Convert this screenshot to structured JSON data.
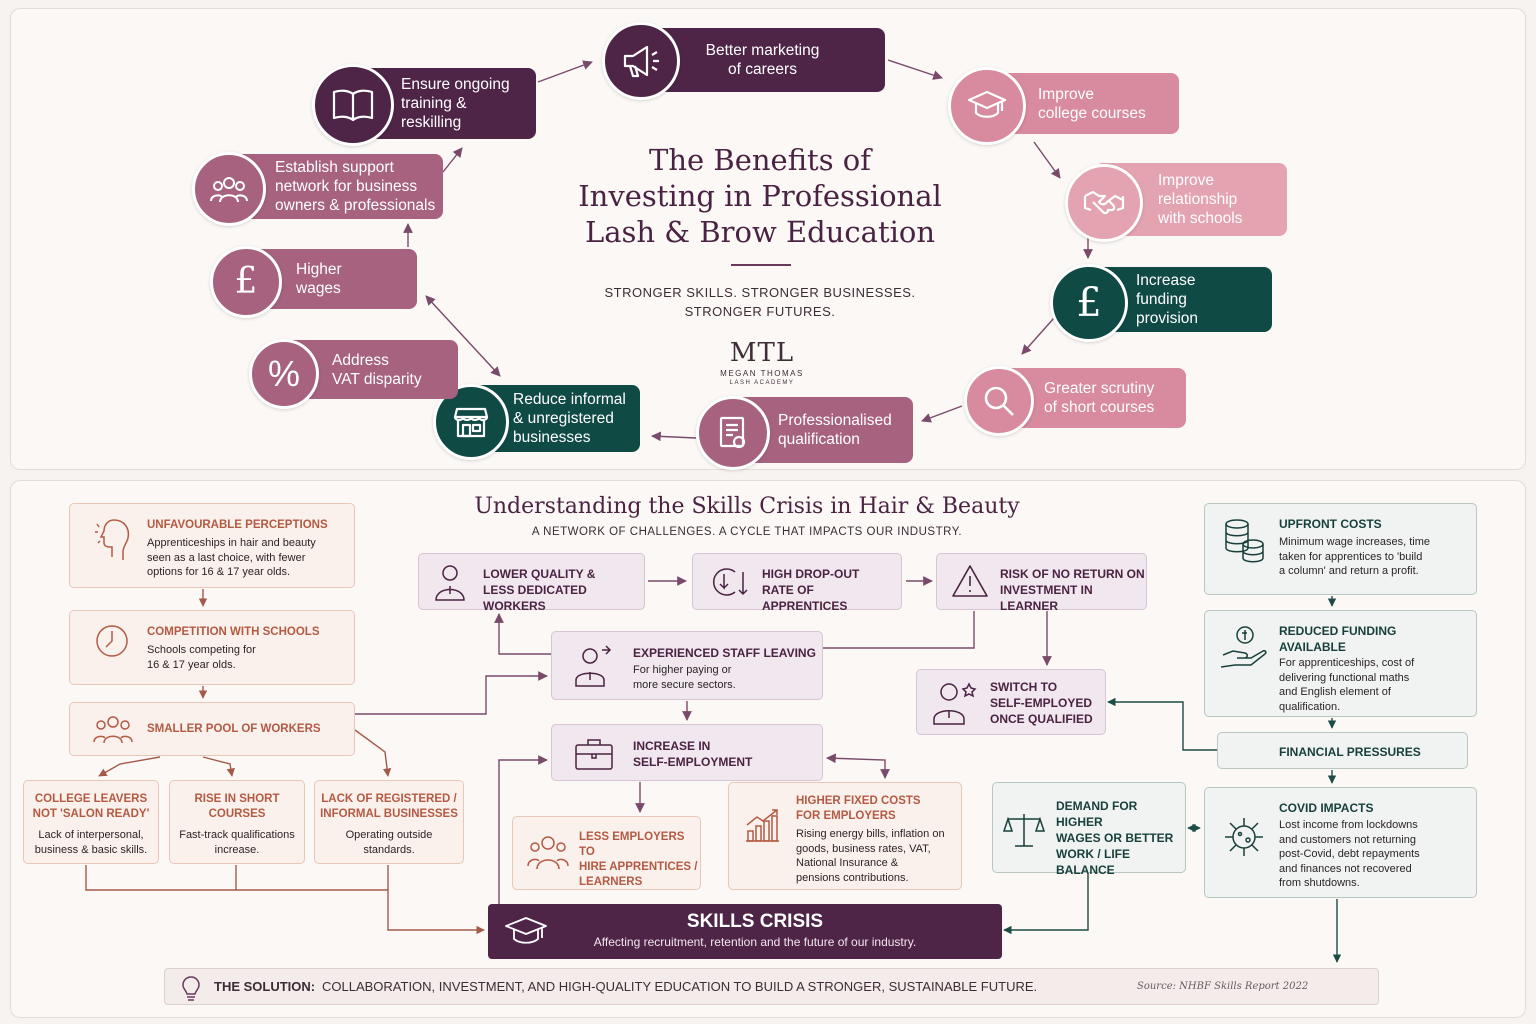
{
  "cycle": {
    "title_lines": [
      "The Benefits of",
      "Investing in Professional",
      "Lash & Brow Education"
    ],
    "tagline_lines": [
      "STRONGER SKILLS. STRONGER BUSINESSES.",
      "STRONGER FUTURES."
    ],
    "logo": {
      "mark": "MTL",
      "name": "MEGAN THOMAS",
      "sub": "LASH ACADEMY"
    },
    "nodes": [
      {
        "id": "marketing",
        "lines": [
          "Better marketing",
          "of careers"
        ],
        "icon": "megaphone-icon"
      },
      {
        "id": "college",
        "lines": [
          "Improve",
          "college courses"
        ],
        "icon": "graduation-cap-icon"
      },
      {
        "id": "schools",
        "lines": [
          "Improve",
          "relationship",
          "with schools"
        ],
        "icon": "handshake-icon"
      },
      {
        "id": "funding",
        "lines": [
          "Increase",
          "funding",
          "provision"
        ],
        "icon": "pound-icon"
      },
      {
        "id": "scrutiny",
        "lines": [
          "Greater scrutiny",
          "of short courses"
        ],
        "icon": "magnifier-icon"
      },
      {
        "id": "qualification",
        "lines": [
          "Professionalised",
          "qualification"
        ],
        "icon": "certificate-icon"
      },
      {
        "id": "informal",
        "lines": [
          "Reduce informal",
          "& unregistered",
          "businesses"
        ],
        "icon": "storefront-icon"
      },
      {
        "id": "vat",
        "lines": [
          "Address",
          "VAT disparity"
        ],
        "icon": "percent-icon"
      },
      {
        "id": "wages",
        "lines": [
          "Higher",
          "wages"
        ],
        "icon": "pound-icon"
      },
      {
        "id": "support",
        "lines": [
          "Establish support",
          "network for business",
          "owners & professionals"
        ],
        "icon": "people-group-icon"
      },
      {
        "id": "training",
        "lines": [
          "Ensure ongoing",
          "training &",
          "reskilling"
        ],
        "icon": "open-book-icon"
      }
    ]
  },
  "crisis": {
    "title": "Understanding the Skills Crisis in Hair & Beauty",
    "subtitle": "A NETWORK OF CHALLENGES. A CYCLE THAT IMPACTS OUR INDUSTRY.",
    "left": {
      "perceptions": {
        "head": "UNFAVOURABLE PERCEPTIONS",
        "body": [
          "Apprenticeships in hair and beauty",
          "seen as a last choice, with fewer",
          "options for 16 & 17 year olds."
        ]
      },
      "competition": {
        "head": "COMPETITION WITH SCHOOLS",
        "body": [
          "Schools competing for",
          "16 & 17 year olds."
        ]
      },
      "pool": {
        "head": "SMALLER POOL OF WORKERS"
      },
      "leavers": {
        "head": [
          "COLLEGE LEAVERS",
          "NOT 'SALON READY'"
        ],
        "body": [
          "Lack of interpersonal,",
          "business & basic skills."
        ]
      },
      "short": {
        "head": [
          "RISE IN SHORT",
          "COURSES"
        ],
        "body": [
          "Fast-track qualifications",
          "increase."
        ]
      },
      "unregistered": {
        "head": [
          "LACK OF REGISTERED /",
          "INFORMAL BUSINESSES"
        ],
        "body": [
          "Operating outside",
          "standards."
        ]
      }
    },
    "middle": {
      "lower_quality": [
        "LOWER QUALITY &",
        "LESS DEDICATED WORKERS"
      ],
      "dropout": [
        "HIGH DROP-OUT",
        "RATE OF APPRENTICES"
      ],
      "risk": [
        "RISK OF NO RETURN ON",
        "INVESTMENT IN LEARNER"
      ],
      "staff_leaving": {
        "head": "EXPERIENCED STAFF LEAVING",
        "body": [
          "For higher paying or",
          "more secure sectors."
        ]
      },
      "switch": [
        "SWITCH TO",
        "SELF-EMPLOYED",
        "ONCE QUALIFIED"
      ],
      "self_employment": [
        "INCREASE IN",
        "SELF-EMPLOYMENT"
      ],
      "less_employers": [
        "LESS EMPLOYERS TO",
        "HIRE APPRENTICES /",
        "LEARNERS"
      ],
      "fixed_costs": {
        "head": [
          "HIGHER FIXED COSTS",
          "FOR EMPLOYERS"
        ],
        "body": [
          "Rising energy bills, inflation on",
          "goods, business rates, VAT,",
          "National Insurance &",
          "pensions contributions."
        ]
      },
      "demand": [
        "DEMAND FOR HIGHER",
        "WAGES OR BETTER",
        "WORK / LIFE BALANCE"
      ]
    },
    "right": {
      "upfront": {
        "head": "UPFRONT COSTS",
        "body": [
          "Minimum wage increases, time",
          "taken for apprentices to 'build",
          "a column' and return a profit."
        ]
      },
      "reduced": {
        "head": [
          "REDUCED FUNDING",
          "AVAILABLE"
        ],
        "body": [
          "For apprenticeships, cost of",
          "delivering functional maths",
          "and English element of",
          "qualification."
        ]
      },
      "financial": "FINANCIAL PRESSURES",
      "covid": {
        "head": "COVID IMPACTS",
        "body": [
          "Lost income from lockdowns",
          "and customers not returning",
          "post-Covid, debt repayments",
          "and finances not recovered",
          "from shutdowns."
        ]
      }
    },
    "skills_crisis": {
      "head": "SKILLS CRISIS",
      "body": "Affecting recruitment, retention and the future of our industry."
    },
    "solution": {
      "label": "THE SOLUTION:",
      "text": "COLLABORATION, INVESTMENT, AND HIGH-QUALITY EDUCATION TO BUILD A STRONGER, SUSTAINABLE FUTURE.",
      "source": "Source: NHBF Skills Report 2022"
    }
  },
  "colors": {
    "plum": "#4e2547",
    "mauve": "#a6627f",
    "rose": "#d88a9e",
    "pink": "#e4a3b1",
    "teal": "#0f4a45",
    "rust": "#b35a43"
  }
}
